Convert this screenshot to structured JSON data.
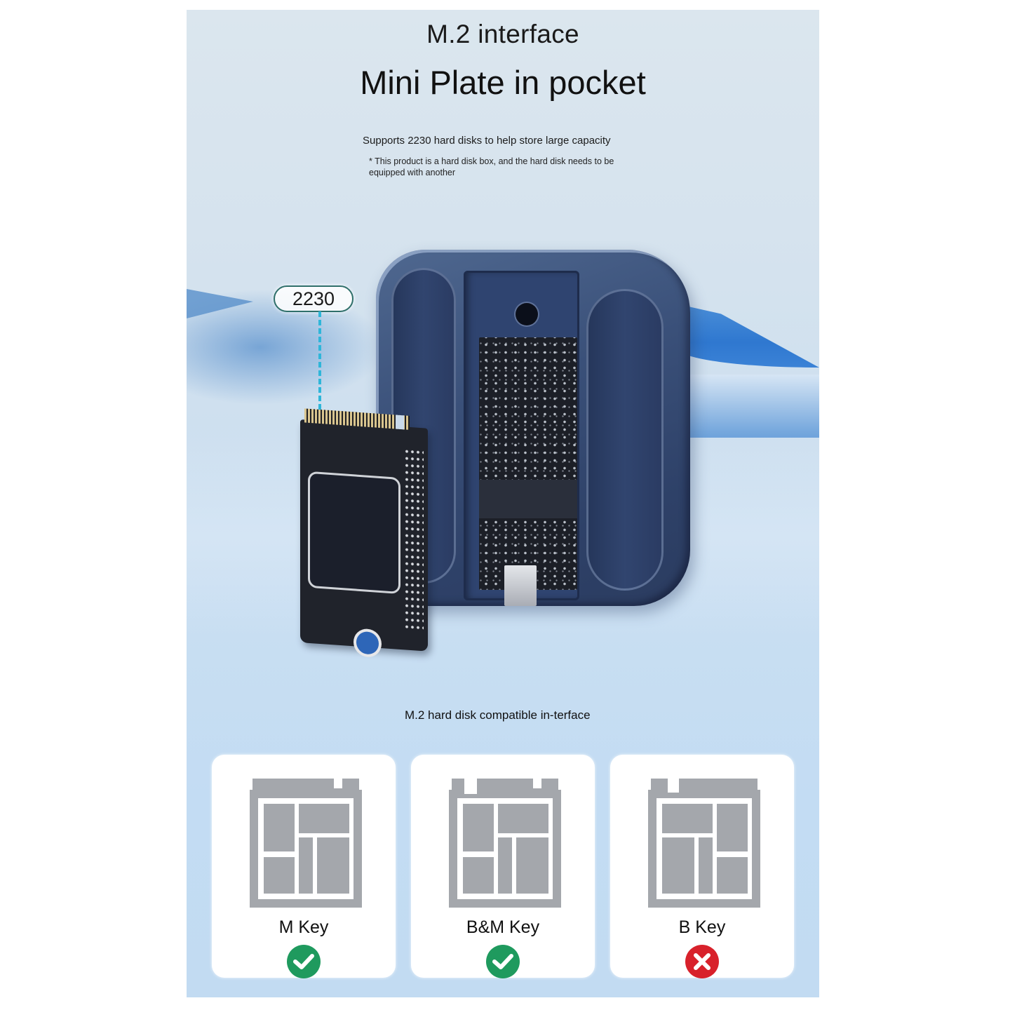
{
  "header": {
    "subtitle": "M.2 interface",
    "title": "Mini Plate in pocket"
  },
  "description": {
    "tagline": "Supports 2230 hard disks to help store large capacity",
    "note": "* This product is a hard disk box, and the hard disk needs to be equipped with another"
  },
  "product_image": {
    "size_badge": "2230",
    "accent_color": "#2fb6d9"
  },
  "compatibility": {
    "heading": "M.2 hard disk compatible in-terface",
    "cards": [
      {
        "label": "M Key",
        "status": "supported",
        "status_icon": "check-icon",
        "status_color": "#1f9a5e"
      },
      {
        "label": "B&M Key",
        "status": "supported",
        "status_icon": "check-icon",
        "status_color": "#1f9a5e"
      },
      {
        "label": "B Key",
        "status": "not-supported",
        "status_icon": "cross-icon",
        "status_color": "#d8212b"
      }
    ]
  },
  "colors": {
    "background_panel": "#d3e2ef",
    "card_background": "#ffffff",
    "diagram_gray": "#a4a7ac",
    "success": "#1f9a5e",
    "error": "#d8212b"
  }
}
